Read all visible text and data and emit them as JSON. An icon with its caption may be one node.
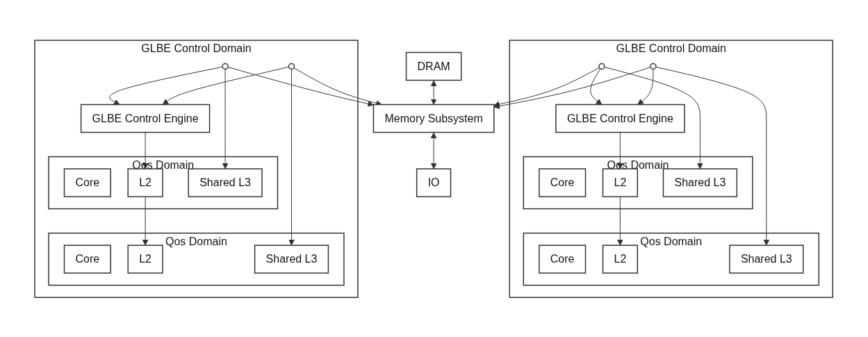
{
  "diagram": {
    "nodes": [
      {
        "text": [
          "GLBE Control Domain"
        ]
      },
      {
        "text": [
          "Qos Domain"
        ],
        "in": 0
      },
      {
        "text": [
          "Core"
        ],
        "in": 1
      },
      {
        "text": [
          "L2"
        ],
        "in": 1
      },
      {
        "text": [
          "Shared L3"
        ],
        "in": 1
      },
      {
        "text": [
          "Qos Domain"
        ],
        "in": 0
      },
      {
        "text": [
          "Core"
        ],
        "in": 5
      },
      {
        "text": [
          "L2"
        ],
        "in": 5
      },
      {
        "text": [
          "Shared L3"
        ],
        "in": 5
      },
      {
        "text": [
          "GLBE Control Engine"
        ],
        "in": 0
      },
      {
        "text": [],
        "shape": "circle",
        "in": 0
      },
      {
        "text": [],
        "shape": "circle",
        "in": 0
      },
      {
        "text": [
          "GLBE Control Domain"
        ]
      },
      {
        "text": [
          "Qos Domain"
        ],
        "in": 12
      },
      {
        "text": [
          "Core"
        ],
        "in": 13
      },
      {
        "text": [
          "L2"
        ],
        "in": 13
      },
      {
        "text": [
          "Shared L3"
        ],
        "in": 13
      },
      {
        "text": [
          "Qos Domain"
        ],
        "in": 12
      },
      {
        "text": [
          "Core"
        ],
        "in": 17
      },
      {
        "text": [
          "L2"
        ],
        "in": 17
      },
      {
        "text": [
          "Shared L3"
        ],
        "in": 17
      },
      {
        "text": [
          "GLBE Control Engine"
        ],
        "in": 12
      },
      {
        "text": [],
        "shape": "circle",
        "in": 12
      },
      {
        "text": [],
        "shape": "circle",
        "in": 12
      },
      {
        "text": [
          "DRAM"
        ]
      },
      {
        "text": [
          "Memory Subsystem"
        ]
      },
      {
        "text": [
          "IO"
        ]
      }
    ],
    "edges": [
      {
        "from": 9,
        "to": 3,
        "arrow": "to"
      },
      {
        "from": 3,
        "to": 7,
        "arrow": "to"
      },
      {
        "from": 10,
        "to": 4,
        "arrow": "to"
      },
      {
        "from": 10,
        "to": 25,
        "arrow": "to"
      },
      {
        "from": 10,
        "to": 9,
        "arrow": "to"
      },
      {
        "from": 11,
        "to": 8,
        "arrow": "to"
      },
      {
        "from": 11,
        "to": 25,
        "arrow": "to"
      },
      {
        "from": 11,
        "to": 9,
        "arrow": "to"
      },
      {
        "from": 21,
        "to": 15,
        "arrow": "to"
      },
      {
        "from": 15,
        "to": 19,
        "arrow": "to"
      },
      {
        "from": 22,
        "to": 16,
        "arrow": "to"
      },
      {
        "from": 22,
        "to": 25,
        "arrow": "to"
      },
      {
        "from": 22,
        "to": 21,
        "arrow": "to"
      },
      {
        "from": 23,
        "to": 20,
        "arrow": "to"
      },
      {
        "from": 23,
        "to": 25,
        "arrow": "to"
      },
      {
        "from": 23,
        "to": 21,
        "arrow": "to"
      },
      {
        "from": 24,
        "to": 25,
        "arrow": "both"
      },
      {
        "from": 25,
        "to": 26,
        "arrow": "both"
      }
    ]
  }
}
